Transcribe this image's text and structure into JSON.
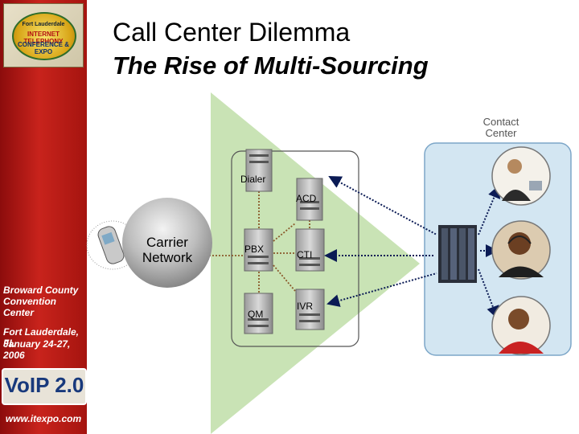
{
  "slide": {
    "title": "Call Center Dilemma",
    "subtitle": "The Rise of Multi-Sourcing"
  },
  "sidebar": {
    "logo": {
      "line1": "Fort Lauderdale",
      "line2": "INTERNET TELEPHONY",
      "line3": "CONFERENCE & EXPO"
    },
    "venue": "Broward County Convention Center",
    "location": "Fort Lauderdale, FL",
    "dates": "January 24-27, 2006",
    "badge": "VoIP 2.0",
    "website": "www.itexpo.com"
  },
  "diagram": {
    "contact_center_label": "Contact Center",
    "carrier_label": "Carrier Network",
    "servers": {
      "dialer": "Dialer",
      "acd": "ACD",
      "pbx": "PBX",
      "cti": "CTI",
      "qm": "QM",
      "ivr": "IVR"
    },
    "icons": [
      "cell-phone-icon",
      "server-icon",
      "server-rack-icon",
      "call-agent-photo"
    ]
  },
  "colors": {
    "sidebar_red": "#b3171a",
    "funnel_green": "#c9e3b5",
    "contact_center_blue": "#d3e6f2",
    "arrow_navy": "#0b1b55",
    "connector_brown": "#8b5a2b"
  }
}
